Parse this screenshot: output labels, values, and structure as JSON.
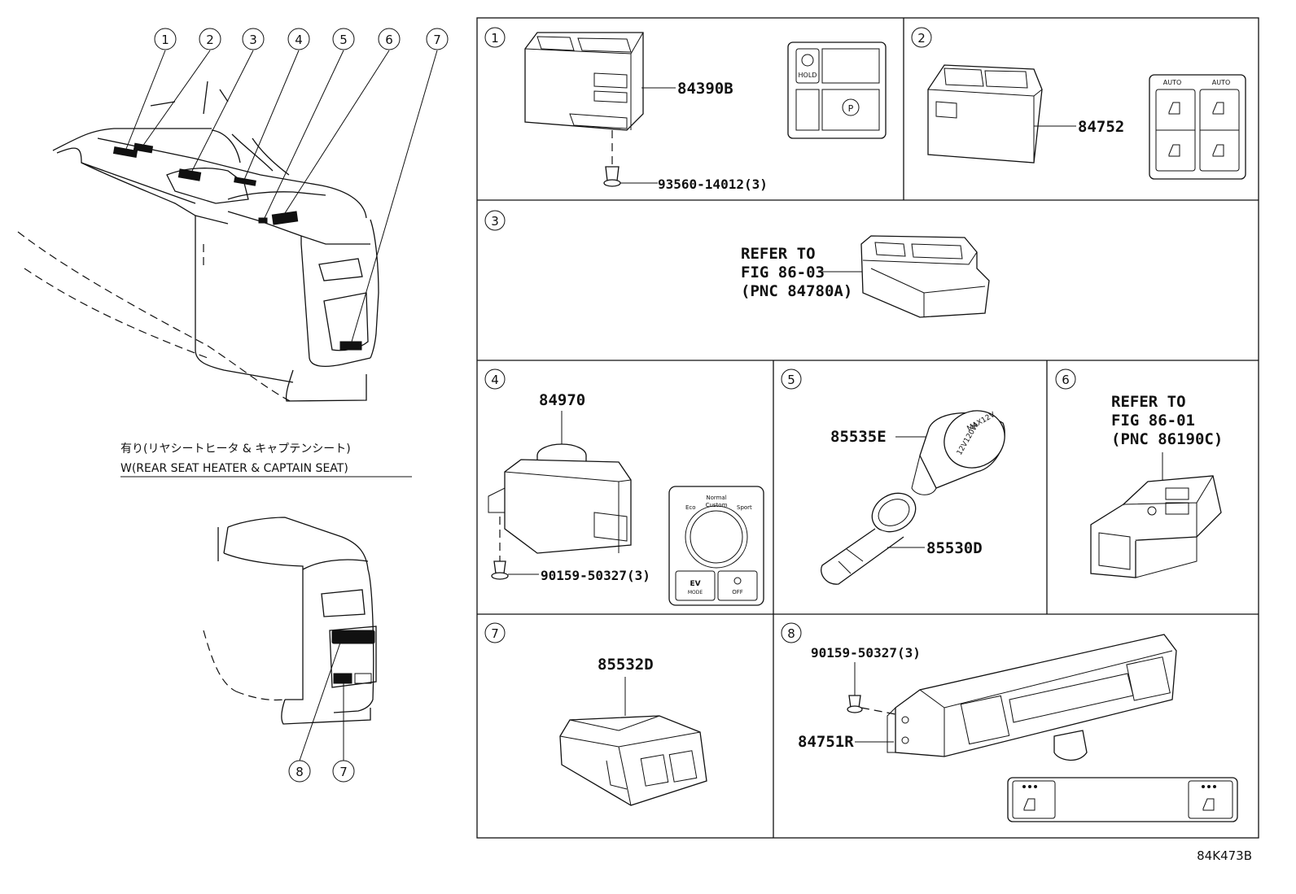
{
  "callouts": [
    "1",
    "2",
    "3",
    "4",
    "5",
    "6",
    "7",
    "8"
  ],
  "caption": {
    "jp": "有り(リヤシートヒータ & キャプテンシート)",
    "en": "W(REAR SEAT HEATER & CAPTAIN SEAT)"
  },
  "panels": {
    "p1": {
      "parts": [
        "84390B",
        "93560-14012(3)"
      ],
      "icon_text": [
        "HOLD",
        "P"
      ]
    },
    "p2": {
      "parts": [
        "84752"
      ],
      "icon_text": [
        "AUTO",
        "AUTO"
      ]
    },
    "p3": {
      "refer": [
        "REFER TO",
        "FIG 86-03",
        "(PNC 84780A)"
      ]
    },
    "p4": {
      "parts": [
        "84970",
        "90159-50327(3)"
      ],
      "icon_text": [
        "Normal",
        "Custom",
        "Eco",
        "Sport",
        "EV",
        "MODE",
        "OFF"
      ]
    },
    "p5": {
      "parts": [
        "85535E",
        "85530D"
      ],
      "icon_text": [
        "MAX12V",
        "12V120W"
      ]
    },
    "p6": {
      "refer": [
        "REFER TO",
        "FIG 86-01",
        "(PNC 86190C)"
      ]
    },
    "p7": {
      "parts": [
        "85532D"
      ]
    },
    "p8": {
      "parts": [
        "90159-50327(3)",
        "84751R"
      ]
    }
  },
  "figure_code": "84K473B"
}
